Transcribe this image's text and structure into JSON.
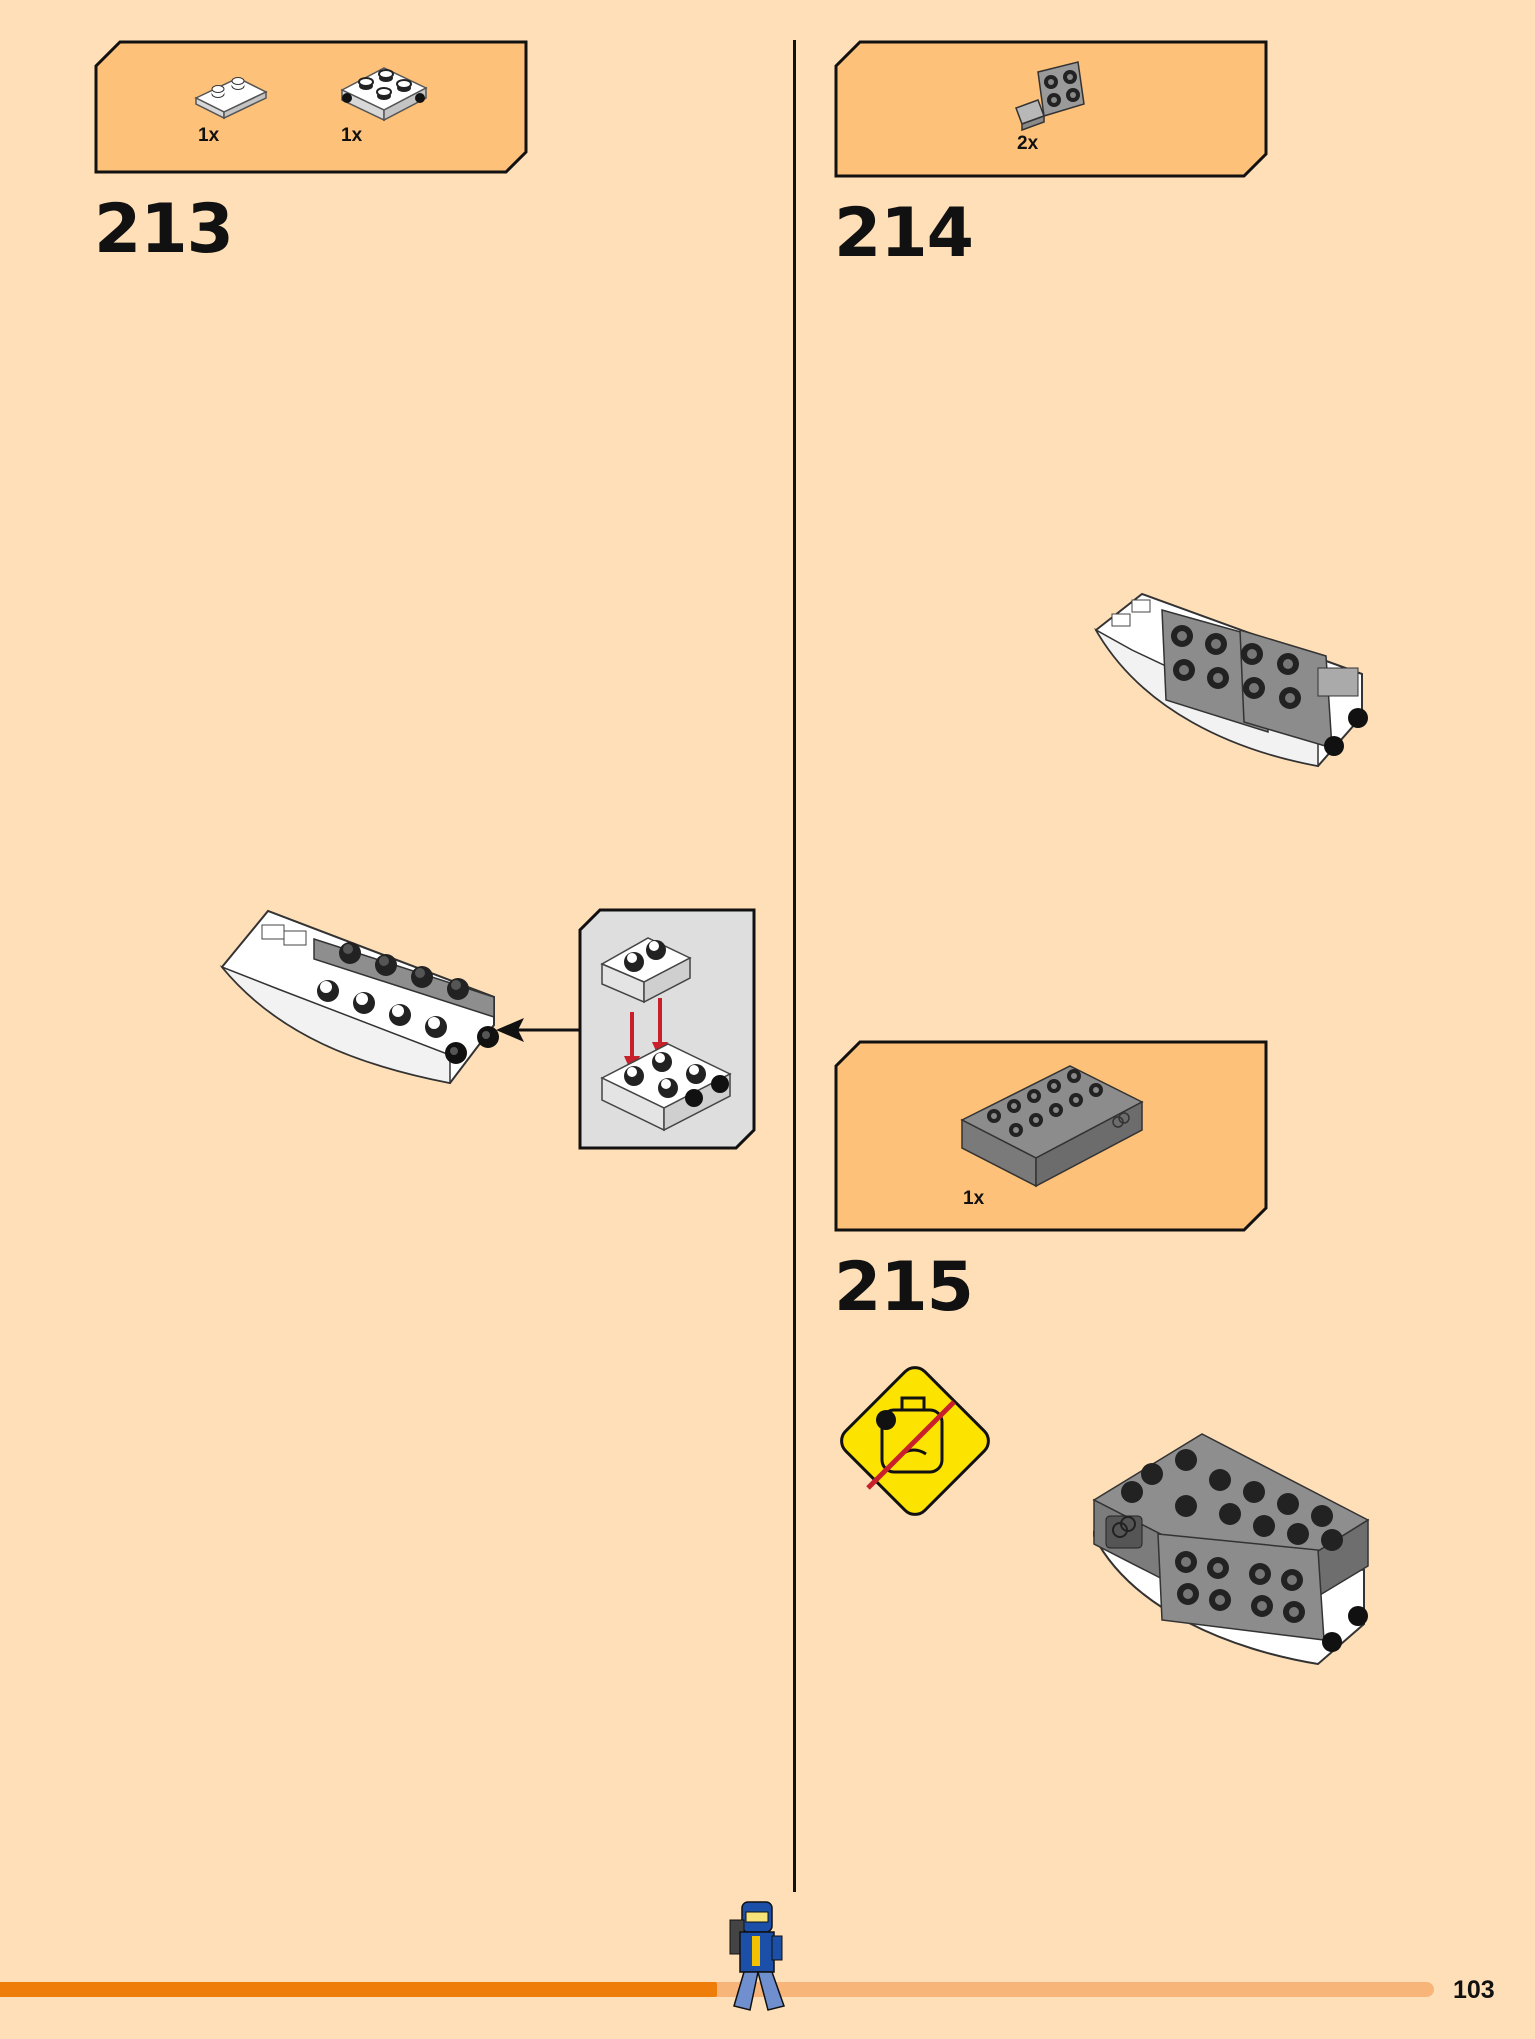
{
  "page_number": "103",
  "progress_fraction": 0.5,
  "colors": {
    "page_bg": "#fedfb8",
    "parts_box": "#fdc17a",
    "progress_fill": "#ef7d0a",
    "progress_track": "#f7b57a",
    "arrow_red": "#c8202a",
    "warning_yellow": "#fde400"
  },
  "steps": [
    {
      "number": "213",
      "parts": [
        {
          "qty": "1x",
          "part": "white-plate-1x2"
        },
        {
          "qty": "1x",
          "part": "white-plate-2x2-with-pins"
        }
      ]
    },
    {
      "number": "214",
      "parts": [
        {
          "qty": "2x",
          "part": "gray-bracket-2x2"
        }
      ]
    },
    {
      "number": "215",
      "parts": [
        {
          "qty": "1x",
          "part": "dark-gray-brick-2x6-with-pin-holes"
        }
      ]
    }
  ],
  "icons": {
    "warning": "no-small-parts-warning-icon",
    "minifig": "ninja-minifigure-icon"
  }
}
